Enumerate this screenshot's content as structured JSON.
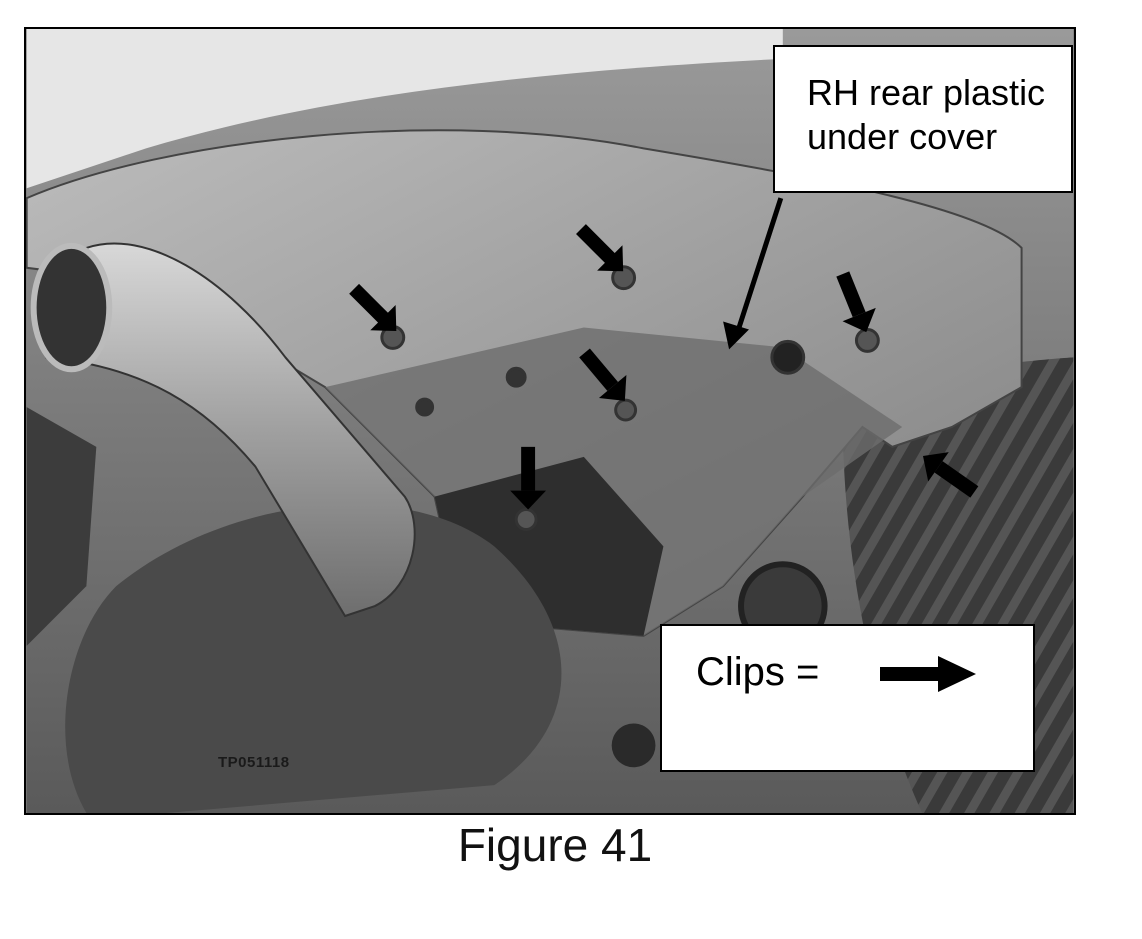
{
  "figure": {
    "callout_cover_line1": "RH rear plastic",
    "callout_cover_line2": "under cover",
    "legend_clips_label": "Clips =",
    "photo_code": "TP051118",
    "caption": "Figure 41"
  },
  "colors": {
    "ink": "#000000",
    "paper": "#ffffff"
  }
}
